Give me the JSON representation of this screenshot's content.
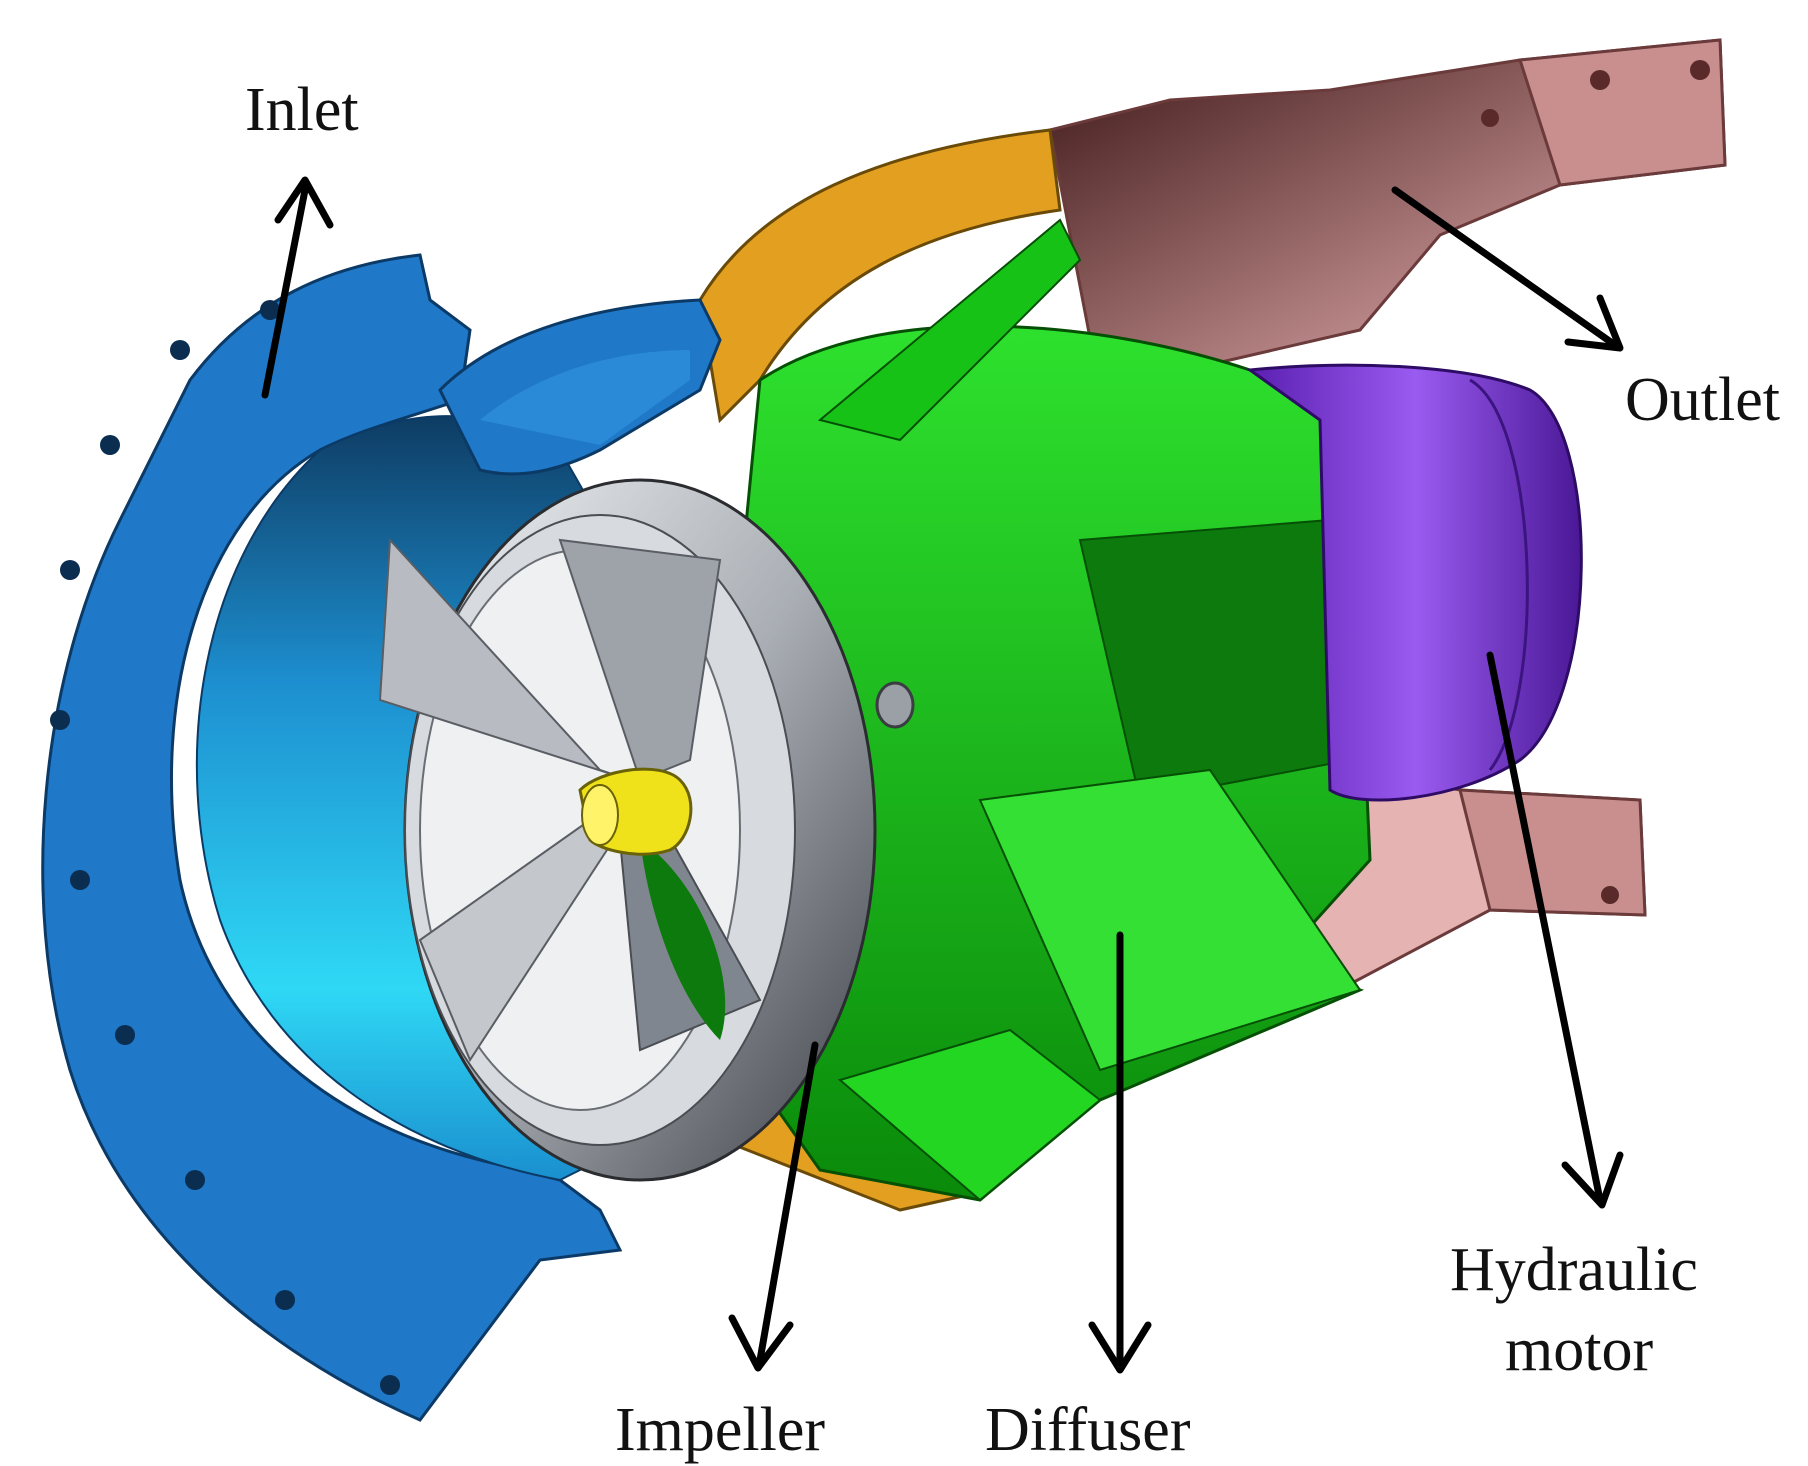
{
  "labels": {
    "inlet": "Inlet",
    "outlet": "Outlet",
    "impeller": "Impeller",
    "diffuser": "Diffuser",
    "motor_line1": "Hydraulic",
    "motor_line2": "motor"
  },
  "colors": {
    "inlet": "#1f78c8",
    "inlet_inner": "#29c6f2",
    "outlet": "#c89494",
    "outlet_inner": "#e8b7b7",
    "ring": "#e3a020",
    "impeller": "#c9cdd2",
    "diffuser": "#22d622",
    "diffuser_dark": "#0c7a0c",
    "motor": "#7a3fd0",
    "hub": "#f0e21a",
    "arrow": "#000000"
  }
}
